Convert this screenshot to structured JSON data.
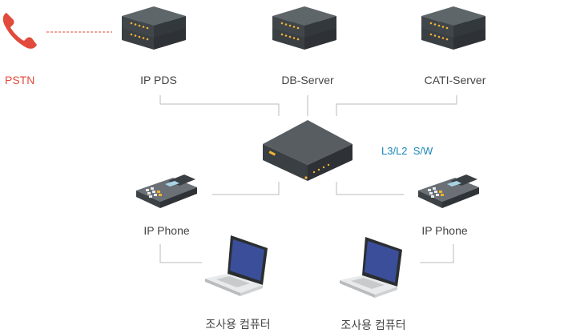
{
  "colors": {
    "pstn": "#e24a3b",
    "switch_label": "#1a86b8",
    "text": "#444444",
    "connector": "#bbbbbb",
    "device_dark": "#3d4246",
    "device_top": "#575d61",
    "led": "#f0b233",
    "laptop_screen": "#3b4e9a",
    "laptop_body": "#e9eaeb"
  },
  "nodes": {
    "pstn": {
      "label": "PSTN",
      "icon": "telephone-icon"
    },
    "ip_pds": {
      "label": "IP PDS",
      "icon": "server-icon"
    },
    "db_server": {
      "label": "DB-Server",
      "icon": "server-icon"
    },
    "cati_server": {
      "label": "CATI-Server",
      "icon": "server-icon"
    },
    "switch": {
      "label": "L3/L2  S/W",
      "icon": "network-switch-icon"
    },
    "ip_phone_left": {
      "label": "IP Phone",
      "icon": "ip-phone-icon"
    },
    "ip_phone_right": {
      "label": "IP Phone",
      "icon": "ip-phone-icon"
    },
    "pc_left": {
      "label": "조사용 컴퓨터",
      "icon": "laptop-icon"
    },
    "pc_right": {
      "label": "조사용 컴퓨터",
      "icon": "laptop-icon"
    }
  }
}
